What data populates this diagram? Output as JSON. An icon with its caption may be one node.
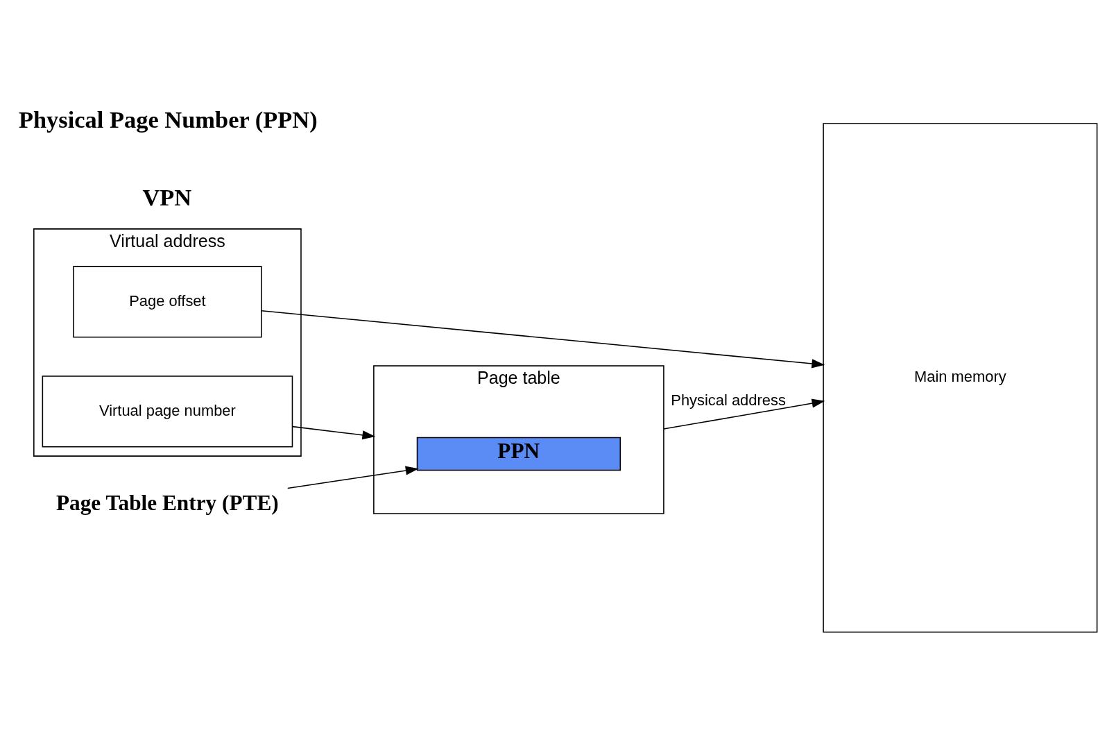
{
  "diagram": {
    "nodes": [
      {
        "text": [
          "Virtual address"
        ]
      },
      {
        "text": [
          "Virtual page number"
        ],
        "in": 0
      },
      {
        "text": [
          "Page offset"
        ],
        "in": 0
      },
      {
        "text": [
          "Page table"
        ]
      },
      {
        "text": [
          "PPN"
        ],
        "in": 3
      },
      {
        "text": [
          "Main memory"
        ]
      },
      {
        "text": [
          "Page Table Entry (PTE)"
        ]
      }
    ],
    "edges": [
      {
        "from": 1,
        "to": 3,
        "arrow": "to"
      },
      {
        "from": 2,
        "to": 5,
        "arrow": "to"
      },
      {
        "from": 3,
        "to": 5,
        "arrow": "to",
        "label": "Physical address"
      },
      {
        "from": 6,
        "to": 4,
        "arrow": "to"
      }
    ],
    "labels": [
      "VPN",
      "Physical Page Number (PPN)"
    ]
  }
}
